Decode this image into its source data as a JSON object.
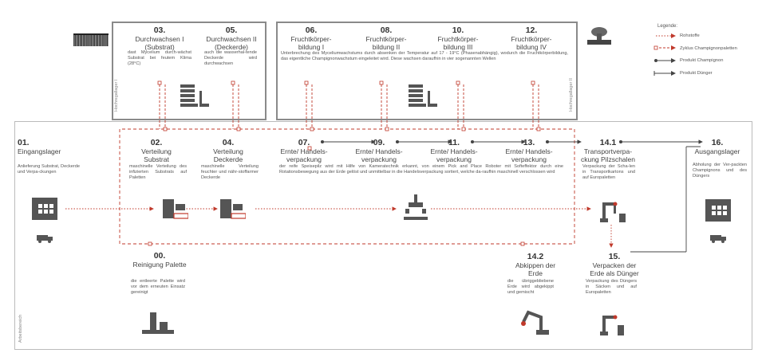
{
  "colors": {
    "red": "#c0392b",
    "dark": "#444444",
    "frame": "#8a8a8a",
    "light": "#bbbbbb"
  },
  "top_box_left": {
    "label": "Hochregallager I",
    "steps": [
      {
        "num": "03.",
        "title": "Durchwachsen I\n(Substrat)",
        "desc": "dast Mycelium durch-wächst Substrat bei feutem Klima (28°C)"
      },
      {
        "num": "05.",
        "title": "Durchwachsen II\n(Deckerde)",
        "desc": "auch die wasserhal-tende Deckerde wird durchwachsen"
      }
    ]
  },
  "top_box_right": {
    "label": "Hochregallager II",
    "desc": "Unterbrechung des Myceliumwachstums durch absenken der Temperatur auf 17 - 19°C (Phasenabhängig), wodurch die Fruchtkörperbildung, das eigentliche Champignonwachstum eingeleitet wird. Diese wachsen daraufhin in vier sogenannten Wellen",
    "steps": [
      {
        "num": "06.",
        "title": "Fruchtkörper-\nbildung I"
      },
      {
        "num": "08.",
        "title": "Fruchtkörper-\nbildung II"
      },
      {
        "num": "10.",
        "title": "Fruchtkörper-\nbildung III"
      },
      {
        "num": "12.",
        "title": "Fruchtkörper-\nbildung IV"
      }
    ]
  },
  "legend": {
    "title": "Legende:",
    "items": [
      {
        "label": "Rohstoffe",
        "icon": "dotted-arrow"
      },
      {
        "label": "Zyklus Champignonpaletten",
        "icon": "dashed-square-arrow"
      },
      {
        "label": "Produkt Champignon",
        "icon": "dot-arrow"
      },
      {
        "label": "Produkt Dünger",
        "icon": "bar-arrow"
      }
    ]
  },
  "main": {
    "area_label": "Arbeitsbereich",
    "s01": {
      "num": "01.",
      "title": "Eingangslager",
      "desc": "Anlieferung Substrat, Deckerde und Verpa-ckungen"
    },
    "s02": {
      "num": "02.",
      "title": "Verteilung\nSubstrat",
      "desc": "maschinelle Verteilung des infizierten Substrats auf Paletten"
    },
    "s04": {
      "num": "04.",
      "title": "Verteilung\nDeckerde",
      "desc": "maschinelle Verteilung feuchter und nähr-stoffarmer Deckerde"
    },
    "s07": {
      "num": "07.",
      "title": "Ernte/ Handels-\nverpackung"
    },
    "s09": {
      "num": "09.",
      "title": "Ernte/ Handels-\nverpackung"
    },
    "s11": {
      "num": "11.",
      "title": "Ernte/ Handels-\nverpackung"
    },
    "s13": {
      "num": "13.",
      "title": "Ernte/ Handels-\nverpackung"
    },
    "harvest_desc": "der reife Speisepilz wird mit Hilfe von Kameratechnik erkannt, von einem Pick and Place Roboter mit Softeffektor durch eine Rotationsbewegung aus der Erde gelöst und unmittelbar in die Handelsverpackung sortiert, welche da-raufhin maschinell verschlossen wird",
    "s141": {
      "num": "14.1",
      "title": "Transportverpa-\nckung Pilzschalen",
      "desc": "Verpackung der Scha-len in Transportkartons und auf Europaletten"
    },
    "s16": {
      "num": "16.",
      "title": "Ausgangslager",
      "desc": "Abholung der Ver-packten Champignons und des Düngers"
    },
    "s00": {
      "num": "00.",
      "title": "Reinigung Palette",
      "desc": "die entleerte Palette wird vor dem erneuten Einsatz gereinigt"
    },
    "s142": {
      "num": "14.2",
      "title": "Abkippen der\nErde",
      "desc": "die übriggebliebene Erde wird abgekippt und gemischt"
    },
    "s15": {
      "num": "15.",
      "title": "Verpacken der\nErde als Dünger",
      "desc": "Verpackung des Düngers in Säcken und auf Europaletten"
    }
  }
}
